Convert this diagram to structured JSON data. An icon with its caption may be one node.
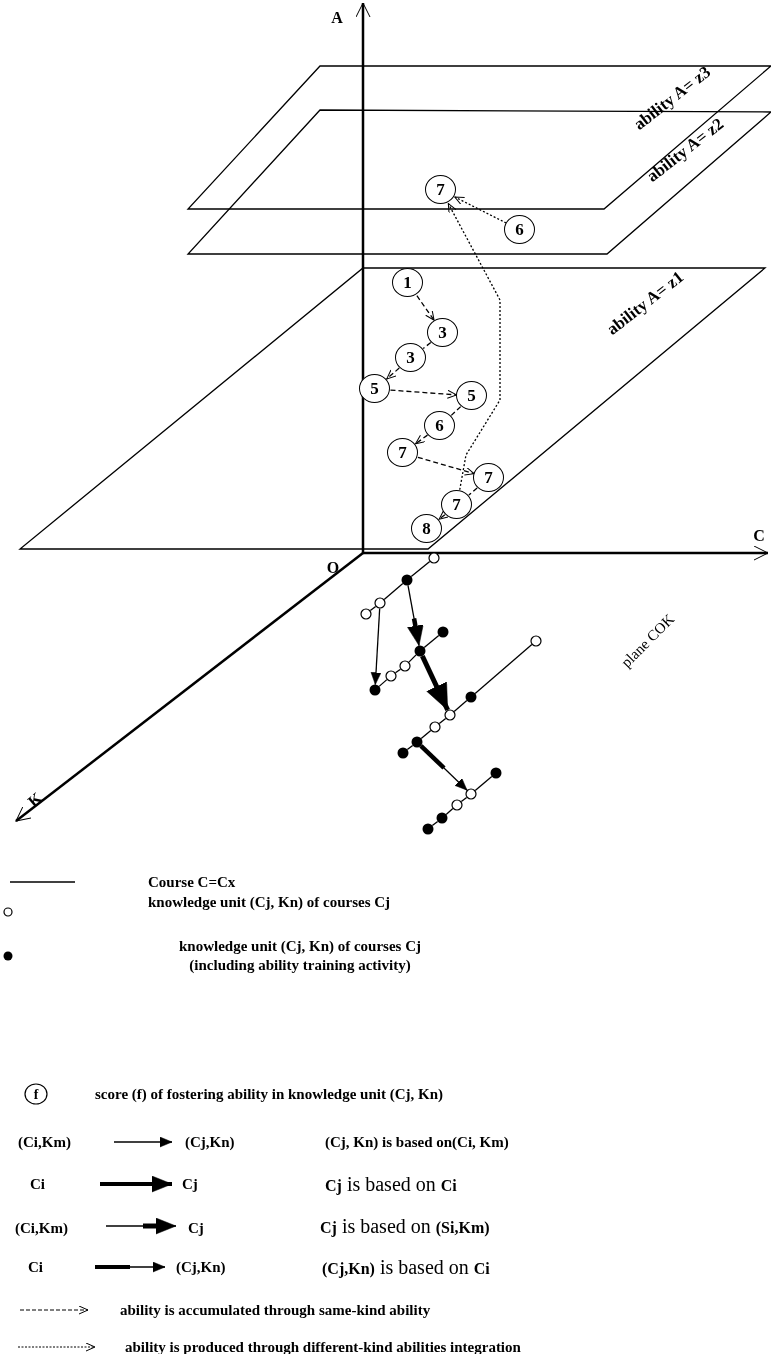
{
  "diagram": {
    "nodes": [
      {
        "text": [
          "7"
        ]
      },
      {
        "text": [
          "6"
        ]
      },
      {
        "text": [
          "1"
        ]
      },
      {
        "text": [
          "3"
        ]
      },
      {
        "text": [
          "3"
        ]
      },
      {
        "text": [
          "5"
        ]
      },
      {
        "text": [
          "5"
        ]
      },
      {
        "text": [
          "6"
        ]
      },
      {
        "text": [
          "7"
        ]
      },
      {
        "text": [
          "7"
        ]
      },
      {
        "text": [
          "7"
        ]
      },
      {
        "text": [
          "8"
        ]
      },
      {
        "text": [],
        "shape": "circle"
      },
      {
        "text": [],
        "shape": "dot"
      },
      {
        "text": [],
        "shape": "circle"
      },
      {
        "text": [],
        "shape": "circle"
      },
      {
        "text": [],
        "shape": "dot"
      },
      {
        "text": [],
        "shape": "dot"
      },
      {
        "text": [],
        "shape": "circle"
      },
      {
        "text": [],
        "shape": "circle"
      },
      {
        "text": [],
        "shape": "dot"
      },
      {
        "text": [],
        "shape": "circle"
      },
      {
        "text": [],
        "shape": "dot"
      },
      {
        "text": [],
        "shape": "circle"
      },
      {
        "text": [],
        "shape": "circle"
      },
      {
        "text": [],
        "shape": "dot"
      },
      {
        "text": [],
        "shape": "dot"
      },
      {
        "text": [],
        "shape": "dot"
      },
      {
        "text": [],
        "shape": "circle"
      },
      {
        "text": [],
        "shape": "circle"
      },
      {
        "text": [],
        "shape": "dot"
      },
      {
        "text": [],
        "shape": "dot"
      }
    ],
    "edges": [
      {
        "from": 1,
        "to": 0,
        "arrow": "to",
        "style": "dashed"
      },
      {
        "from": 10,
        "to": 0,
        "arrow": "to",
        "style": "dashed"
      },
      {
        "from": 2,
        "to": 3,
        "arrow": "to",
        "style": "dashed"
      },
      {
        "from": 3,
        "to": 4,
        "arrow": "none",
        "style": "dashed"
      },
      {
        "from": 4,
        "to": 5,
        "arrow": "to",
        "style": "dashed"
      },
      {
        "from": 5,
        "to": 6,
        "arrow": "to",
        "style": "dashed"
      },
      {
        "from": 6,
        "to": 7,
        "arrow": "none",
        "style": "dashed"
      },
      {
        "from": 7,
        "to": 8,
        "arrow": "to",
        "style": "dashed"
      },
      {
        "from": 8,
        "to": 9,
        "arrow": "to",
        "style": "dashed"
      },
      {
        "from": 9,
        "to": 10,
        "arrow": "none",
        "style": "dashed"
      },
      {
        "from": 10,
        "to": 11,
        "arrow": "to",
        "style": "dashed"
      },
      {
        "from": 12,
        "to": 13,
        "arrow": "none"
      },
      {
        "from": 13,
        "to": 14,
        "arrow": "none"
      },
      {
        "from": 14,
        "to": 15,
        "arrow": "none"
      },
      {
        "from": 16,
        "to": 17,
        "arrow": "none"
      },
      {
        "from": 17,
        "to": 18,
        "arrow": "none"
      },
      {
        "from": 18,
        "to": 19,
        "arrow": "none"
      },
      {
        "from": 19,
        "to": 20,
        "arrow": "none"
      },
      {
        "from": 21,
        "to": 22,
        "arrow": "none"
      },
      {
        "from": 22,
        "to": 23,
        "arrow": "none"
      },
      {
        "from": 23,
        "to": 24,
        "arrow": "none"
      },
      {
        "from": 24,
        "to": 25,
        "arrow": "none"
      },
      {
        "from": 25,
        "to": 26,
        "arrow": "none"
      },
      {
        "from": 27,
        "to": 28,
        "arrow": "none"
      },
      {
        "from": 28,
        "to": 29,
        "arrow": "none"
      },
      {
        "from": 29,
        "to": 30,
        "arrow": "none"
      },
      {
        "from": 30,
        "to": 31,
        "arrow": "none"
      },
      {
        "from": 14,
        "to": 20,
        "arrow": "to"
      },
      {
        "from": 13,
        "to": 17,
        "arrow": "to"
      },
      {
        "from": 17,
        "to": 23,
        "arrow": "to",
        "style": "thick"
      },
      {
        "from": 25,
        "to": 28,
        "arrow": "to"
      }
    ],
    "labels": [
      "A",
      "ability A= z3",
      "ability A= z2",
      "ability A= z1",
      "C",
      "O",
      "plane COK",
      "K",
      "f",
      "(Ci,Km)",
      "(Cj,Kn)",
      "Ci",
      "Cj",
      "(Ci,Km)",
      "Cj",
      "Ci",
      "(Cj,Kn)"
    ],
    "legend": [
      {
        "text": "Course C=Cx"
      },
      {
        "text": "knowledge unit (Cj, Kn) of courses Cj"
      },
      {
        "text": "knowledge unit (Cj, Kn) of courses Cj (including ability training activity)"
      },
      {
        "text": "score (f) of fostering ability in knowledge unit (Cj, Kn)"
      },
      {
        "text": "(Cj, Kn) is based on(Ci, Km)"
      },
      {
        "text": "**Cj** is based on **Ci**"
      },
      {
        "text": "**Cj** is based on **(Si,Km)**"
      },
      {
        "text": "**(Cj,Kn)** is based on **Ci**"
      },
      {
        "text": "ability is accumulated through same-kind ability"
      },
      {
        "text": "ability is produced through different-kind abilities integration"
      }
    ]
  }
}
